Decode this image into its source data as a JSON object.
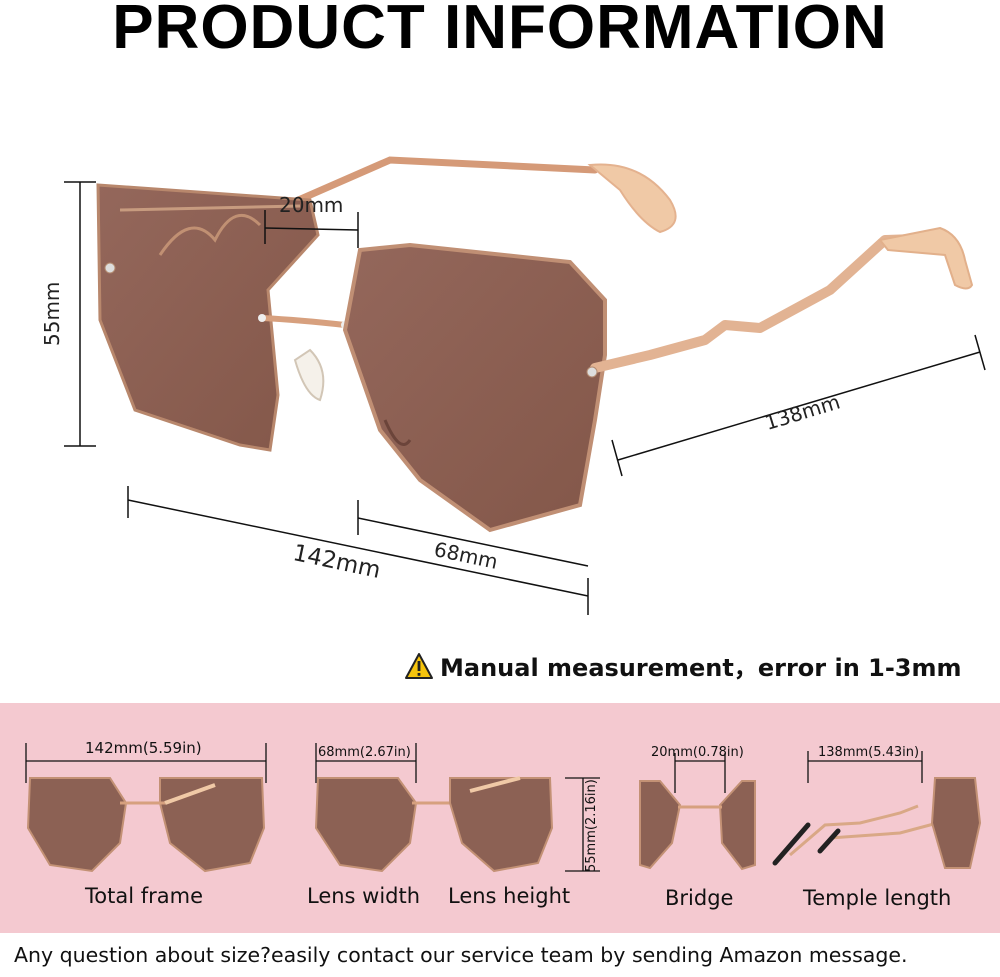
{
  "title": "PRODUCT INFORMATION",
  "hero": {
    "dim_bridge": "20mm",
    "dim_height": "55mm",
    "dim_temple": "138mm",
    "dim_total": "142mm",
    "dim_lens": "68mm"
  },
  "warning": {
    "icon": "warning-triangle-icon",
    "text": "Manual measurement，error in 1-3mm"
  },
  "panel": {
    "total_frame": {
      "dim": "142mm(5.59in)",
      "caption": "Total frame"
    },
    "lens_width": {
      "dim": "68mm(2.67in)",
      "caption": "Lens width"
    },
    "lens_height": {
      "dim": "55mm(2.16in)",
      "caption": "Lens height"
    },
    "bridge": {
      "dim": "20mm(0.78in)",
      "caption": "Bridge"
    },
    "temple_length": {
      "dim": "138mm(5.43in)",
      "caption": "Temple length"
    }
  },
  "footer": "Any question about size?easily contact our service team by sending Amazon message.",
  "colors": {
    "lens": "#8a5e52",
    "frame_gold": "#d8a583",
    "temple_tip": "#f0c9a6",
    "panel_pink": "#f4c9d0"
  }
}
